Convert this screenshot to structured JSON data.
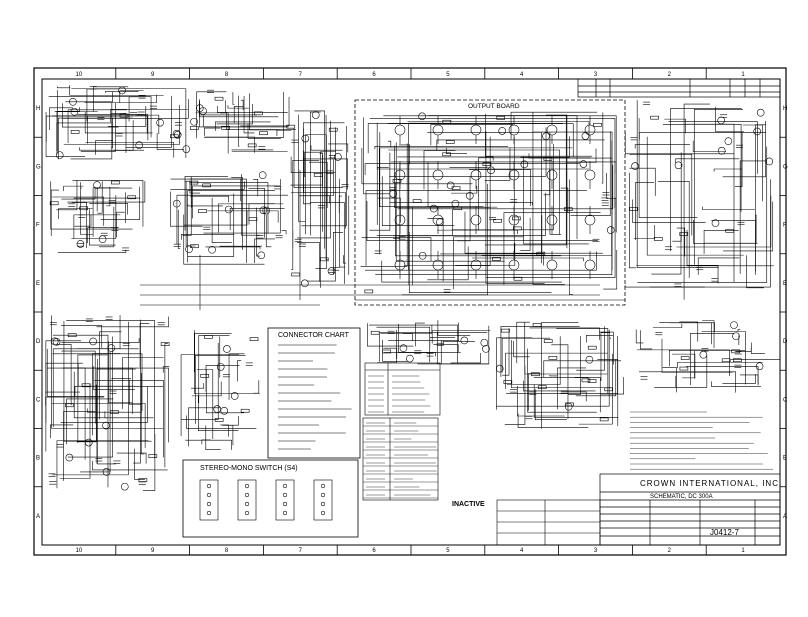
{
  "border": {
    "columns_top": [
      "10",
      "9",
      "8",
      "7",
      "6",
      "5",
      "4",
      "3",
      "2",
      "1"
    ],
    "columns_bottom": [
      "10",
      "9",
      "8",
      "7",
      "6",
      "5",
      "4",
      "3",
      "2",
      "1"
    ],
    "rows_right": [
      "H",
      "G",
      "F",
      "E",
      "D",
      "C",
      "B",
      "A"
    ],
    "rows_left": [
      "H",
      "G",
      "F",
      "E",
      "D",
      "C",
      "B",
      "A"
    ]
  },
  "blocks": {
    "output_board": "OUTPUT BOARD",
    "connector_chart": "CONNECTOR CHART",
    "stereo_mono_switch": "STEREO-MONO SWITCH (S4)",
    "inactive": "INACTIVE"
  },
  "title_block": {
    "company": "CROWN INTERNATIONAL, INC.",
    "title": "SCHEMATIC, DC 300A",
    "drawing_number": "J0412-7"
  }
}
